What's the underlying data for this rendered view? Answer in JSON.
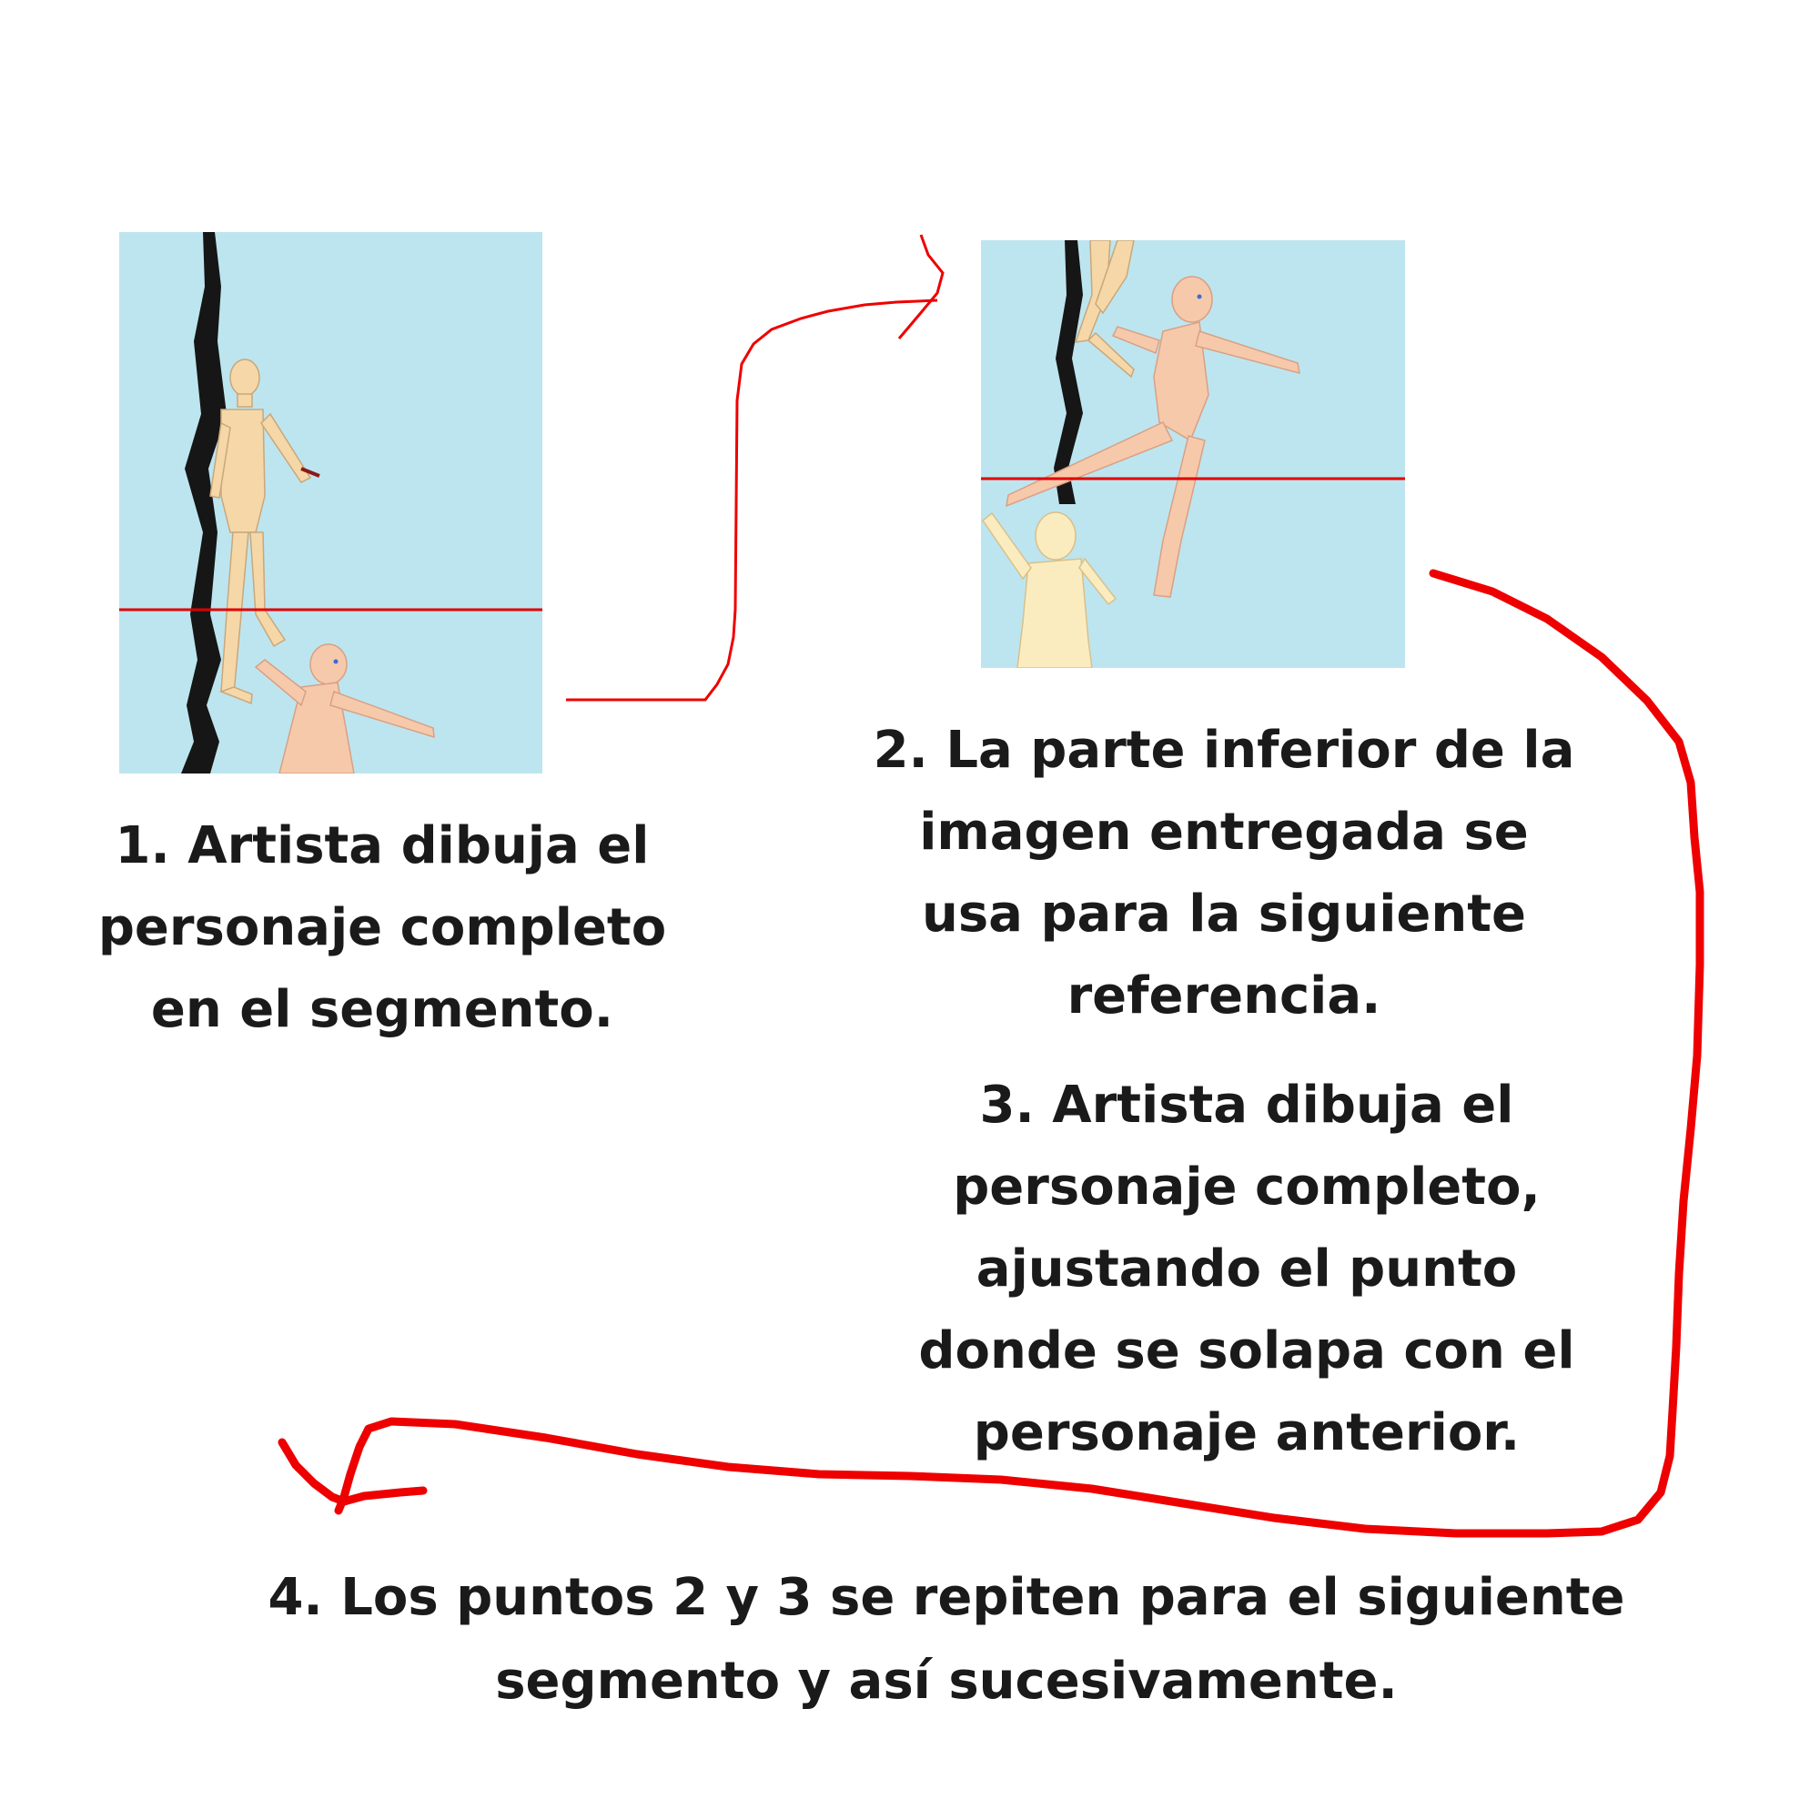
{
  "steps": [
    {
      "text": "1. Artista dibuja el\npersonaje completo\nen el segmento."
    },
    {
      "text": "2. La parte inferior de la\nimagen entregada se\nusa para la siguiente\nreferencia."
    },
    {
      "text": "3. Artista dibuja el\npersonaje completo,\najustando el punto\ndonde se solapa con el\npersonaje anterior."
    },
    {
      "text": "4. Los puntos 2 y 3 se repiten para el siguiente\nsegmento y así sucesivamente."
    }
  ],
  "colors": {
    "background": "#ffffff",
    "panel_sky": "#bde5ef",
    "cliff": "#161616",
    "figure_skin_light": "#f6d8a8",
    "figure_skin_pink": "#f7c9ab",
    "figure_skin_pale": "#fbecc0",
    "cut_line": "#e00000",
    "arrow": "#ee0000",
    "text": "#1a1a1a"
  }
}
